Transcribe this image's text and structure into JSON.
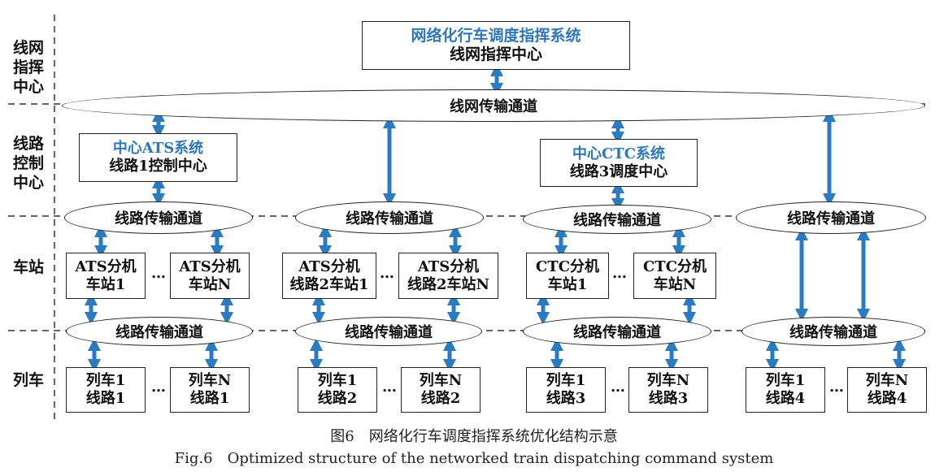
{
  "levels": {
    "network_center": [
      "线网",
      "指挥",
      "中心"
    ],
    "line_control_center": [
      "线路",
      "控制",
      "中心"
    ],
    "station": [
      "车站"
    ],
    "train": [
      "列车"
    ]
  },
  "top_box": {
    "title": "网络化行车调度指挥系统",
    "subtitle": "线网指挥中心"
  },
  "network_channel": "线网传输通道",
  "center_boxes": [
    {
      "title": "中心ATS系统",
      "subtitle": "线路1控制中心"
    },
    {
      "title": "中心CTC系统",
      "subtitle": "线路3调度中心"
    }
  ],
  "line_channel": "线路传输通道",
  "stations": [
    [
      "ATS分机",
      "车站1"
    ],
    [
      "ATS分机",
      "车站N"
    ],
    [
      "ATS分机",
      "线路2车站1"
    ],
    [
      "ATS分机",
      "线路2车站N"
    ],
    [
      "CTC分机",
      "车站1"
    ],
    [
      "CTC分机",
      "车站N"
    ]
  ],
  "trains": [
    [
      "列车1",
      "线路1"
    ],
    [
      "列车N",
      "线路1"
    ],
    [
      "列车1",
      "线路2"
    ],
    [
      "列车N",
      "线路2"
    ],
    [
      "列车1",
      "线路3"
    ],
    [
      "列车N",
      "线路3"
    ],
    [
      "列车1",
      "线路4"
    ],
    [
      "列车N",
      "线路4"
    ]
  ],
  "ellipsis": "…",
  "caption": {
    "zh": "图6　网络化行车调度指挥系统优化结构示意",
    "en": "Fig.6　Optimized structure of the networked train dispatching command system"
  },
  "colors": {
    "accent": "#2f78b8",
    "arrow": "#2a7bc0",
    "line": "#222222"
  }
}
